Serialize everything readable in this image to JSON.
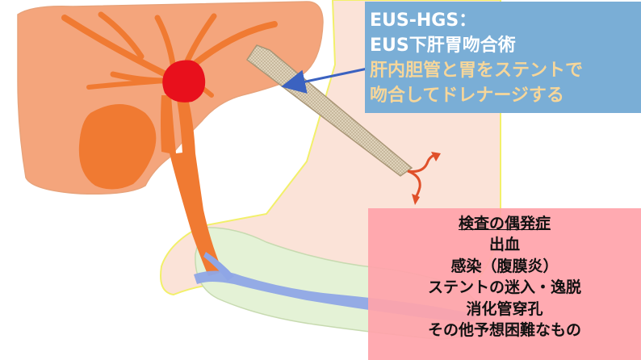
{
  "info_box": {
    "line1": "EUS-HGS：",
    "line2": "EUS下肝胃吻合術",
    "line3": "肝内胆管と胃をステントで",
    "line4": "吻合してドレナージする"
  },
  "complications": {
    "title": "検査の偶発症",
    "items": [
      "出血",
      "感染（腹膜炎）",
      "ステントの迷入・逸脱",
      "消化管穿孔",
      "その他予想困難なもの"
    ]
  },
  "colors": {
    "liver": "#f4a57c",
    "liver_outline": "#e8a37b",
    "bile_duct": "#f07a32",
    "tumor": "#e8101c",
    "stomach": "#fbe3d8",
    "stomach_outline": "#f2f06a",
    "pancreas": "#e4f2d6",
    "pancreatic_duct": "#8fa6e6",
    "stent": "#e2d6bf",
    "arrow": "#3b62c0",
    "drain_arrow": "#e0502a",
    "info_bg": "#7aaed6",
    "info_text_white": "#ffffff",
    "info_text_yellow": "#f6d69a",
    "complication_bg": "#ffa3aa"
  }
}
